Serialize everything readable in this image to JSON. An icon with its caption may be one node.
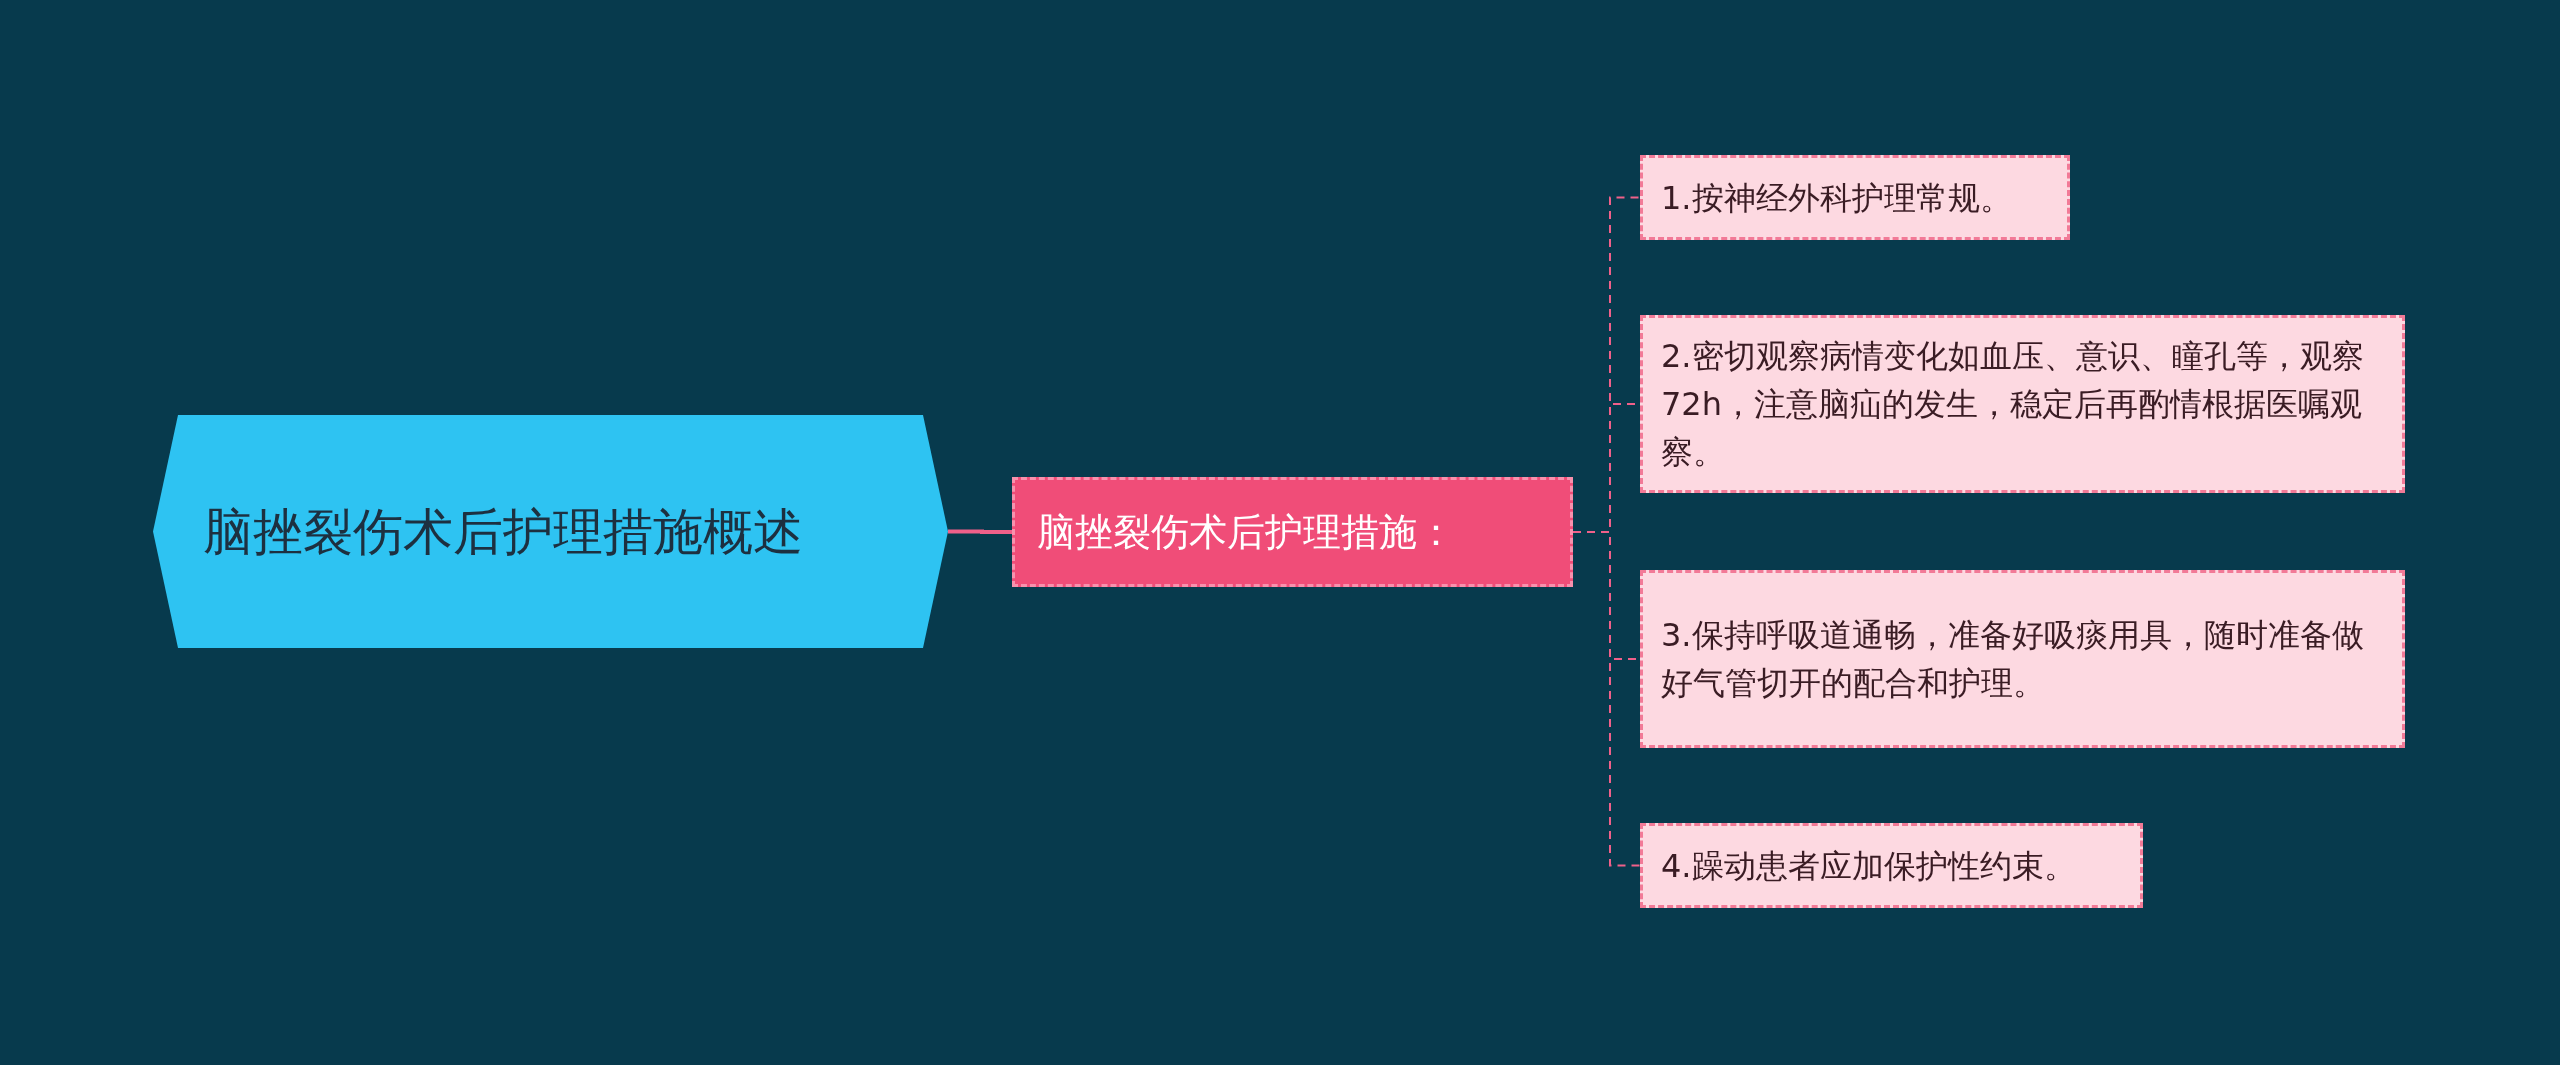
{
  "diagram": {
    "nodes": [
      {
        "text": [
          "脑挫裂伤术后护理措施概述"
        ]
      },
      {
        "text": [
          "脑挫裂伤术后护理措施："
        ]
      },
      {
        "text": [
          "1.按神经外科护理常规。"
        ]
      },
      {
        "text": [
          "2.密切观察病情变化如血压、意识、瞳孔等，观察72h，注意脑疝的发生，稳定后再酌情根据医嘱观察。"
        ]
      },
      {
        "text": [
          "3.保持呼吸道通畅，准备好吸痰用具，随时准备做好气管切开的配合和护理。"
        ]
      },
      {
        "text": [
          "4.躁动患者应加保护性约束。"
        ]
      }
    ],
    "edges": [
      {
        "from": 0,
        "to": 1,
        "arrow": "none"
      },
      {
        "from": 1,
        "to": 2,
        "arrow": "none",
        "style": "dashed"
      },
      {
        "from": 1,
        "to": 3,
        "arrow": "none",
        "style": "dashed"
      },
      {
        "from": 1,
        "to": 4,
        "arrow": "none",
        "style": "dashed"
      },
      {
        "from": 1,
        "to": 5,
        "arrow": "none",
        "style": "dashed"
      }
    ]
  }
}
